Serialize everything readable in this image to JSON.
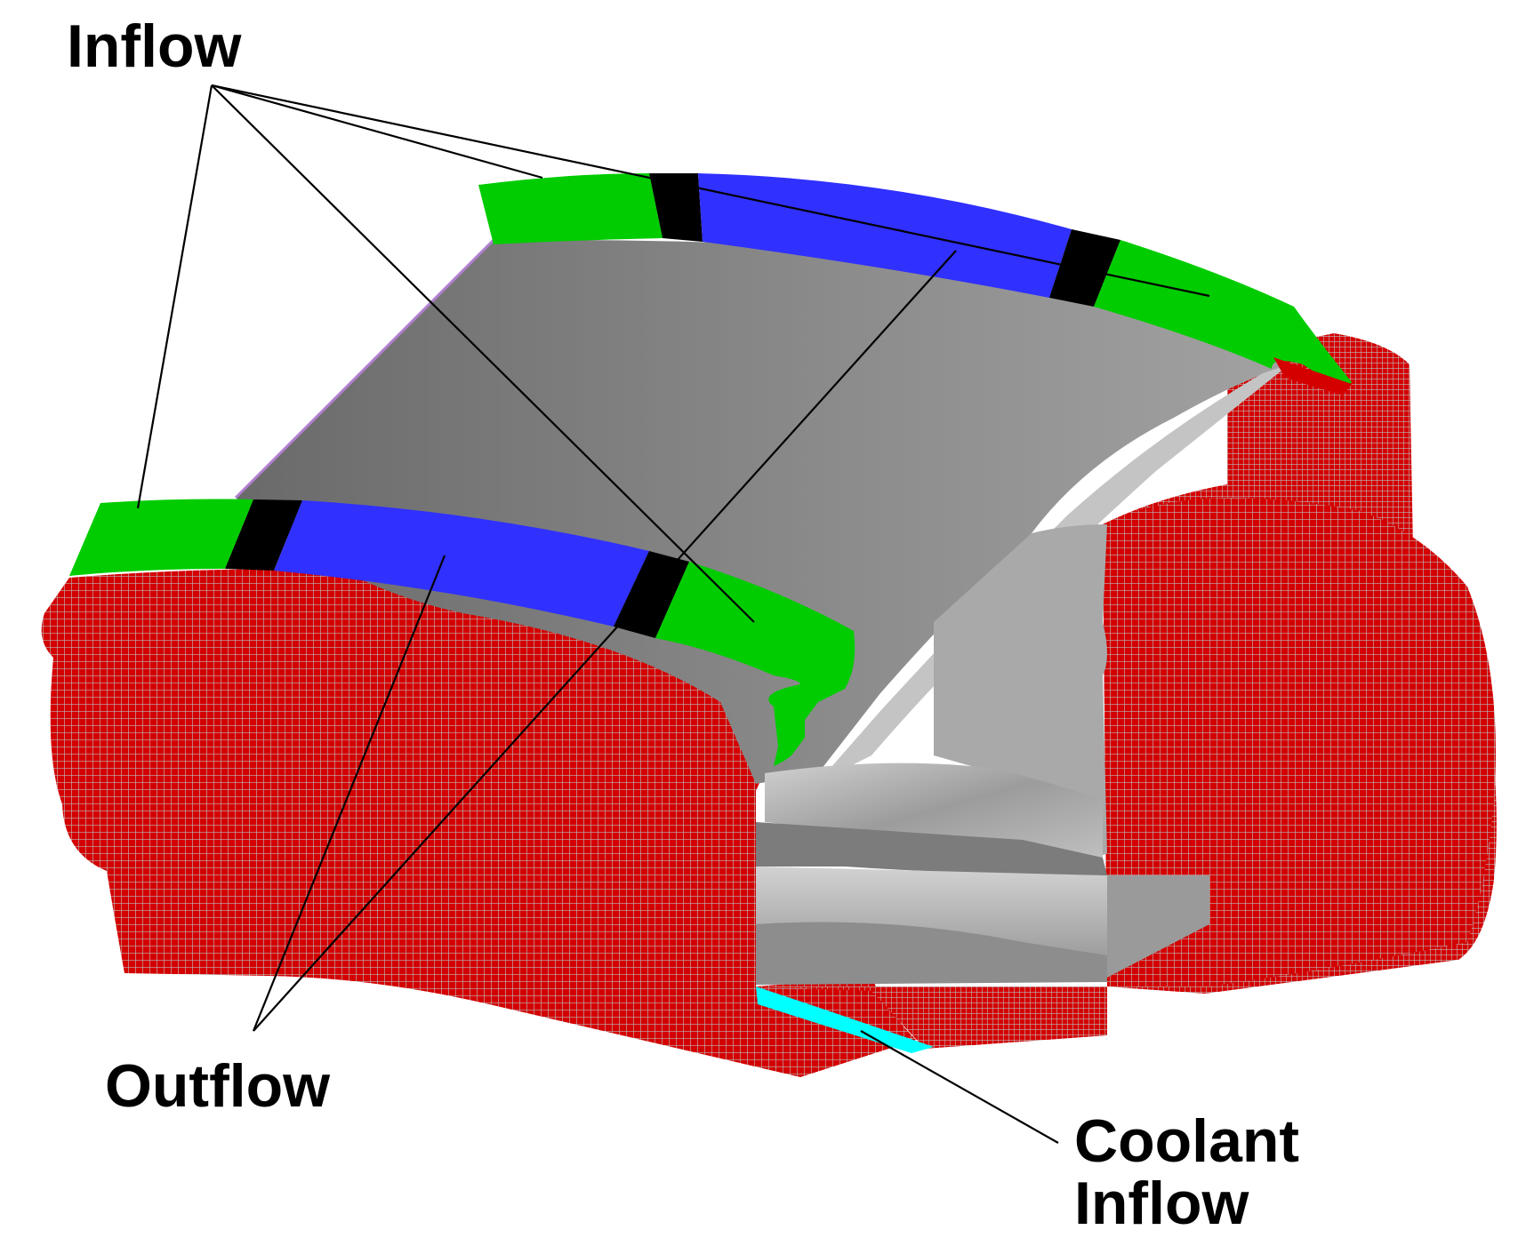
{
  "labels": {
    "inflow": "Inflow",
    "outflow": "Outflow",
    "coolant_line1": "Coolant",
    "coolant_line2": "Inflow"
  },
  "colors": {
    "background": "#ffffff",
    "mesh_red": "#d40000",
    "mesh_grid": "#b9b9b9",
    "inflow_green": "#00cc00",
    "outflow_blue": "#3030ff",
    "divider_black": "#000000",
    "coolant_cyan": "#00ffff",
    "blade_gray": "#8a8a8a",
    "blade_shade": "#6e6e6e",
    "platform_light": "#bdbdbd"
  }
}
